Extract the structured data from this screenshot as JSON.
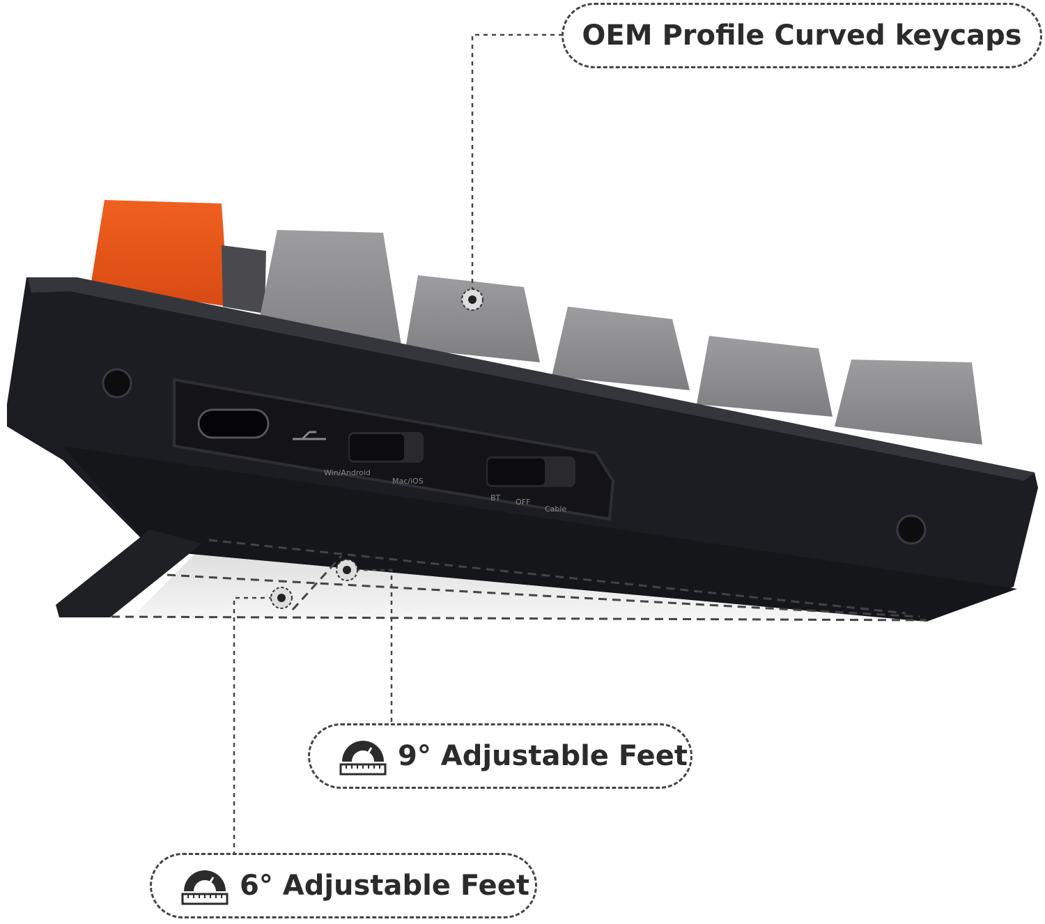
{
  "callouts": {
    "keycaps": "OEM Profile Curved keycaps",
    "feet_9": "9° Adjustable Feet",
    "feet_6": "6° Adjustable Feet"
  },
  "panel": {
    "os_left": "Win/Android",
    "os_right": "Mac/iOS",
    "conn_bt": "BT",
    "conn_off": "OFF",
    "conn_cable": "Cable"
  },
  "icons": {
    "usb": "usb-icon",
    "gauge": "protractor-icon"
  },
  "colors": {
    "accent_key": "#e8581e",
    "grey_key": "#8d8d8f",
    "body": "#1c1d22",
    "callout_text": "#2b2b2b"
  }
}
